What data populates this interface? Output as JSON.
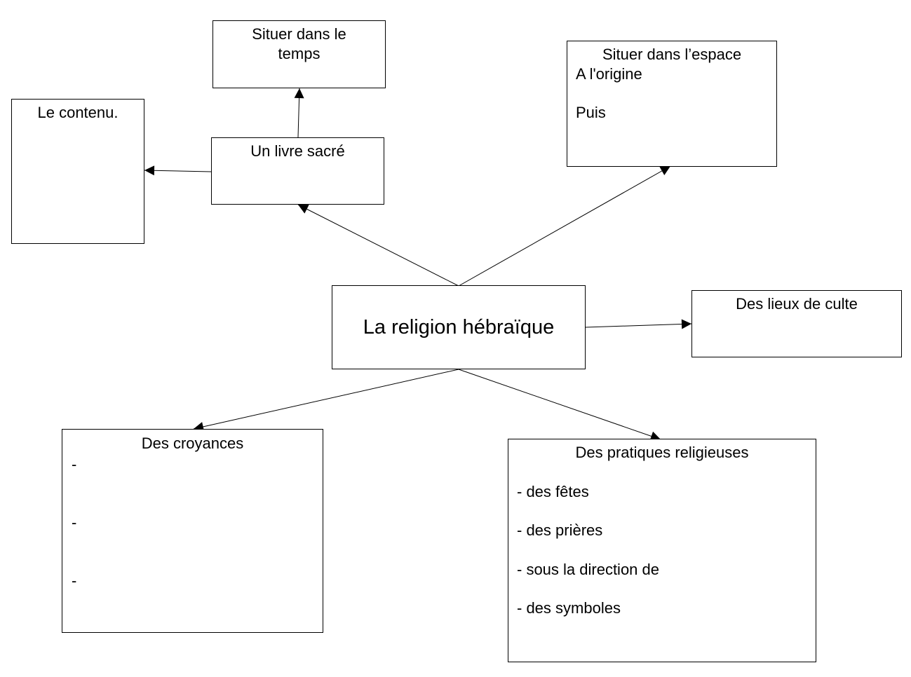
{
  "center": {
    "title": "La religion hébraïque"
  },
  "livre": {
    "title": "Un livre sacré"
  },
  "temps": {
    "line1": "Situer dans le",
    "line2": "temps"
  },
  "contenu": {
    "title": "Le contenu."
  },
  "espace": {
    "title": "Situer dans l’espace",
    "origine": "A l'origine",
    "puis": "Puis"
  },
  "lieux": {
    "title": "Des lieux de culte"
  },
  "croyances": {
    "title": "Des croyances",
    "items": [
      "-",
      "-",
      "-"
    ]
  },
  "pratiques": {
    "title": "Des pratiques religieuses",
    "items": [
      "- des fêtes",
      "- des prières",
      "- sous la direction de",
      "- des symboles"
    ]
  }
}
